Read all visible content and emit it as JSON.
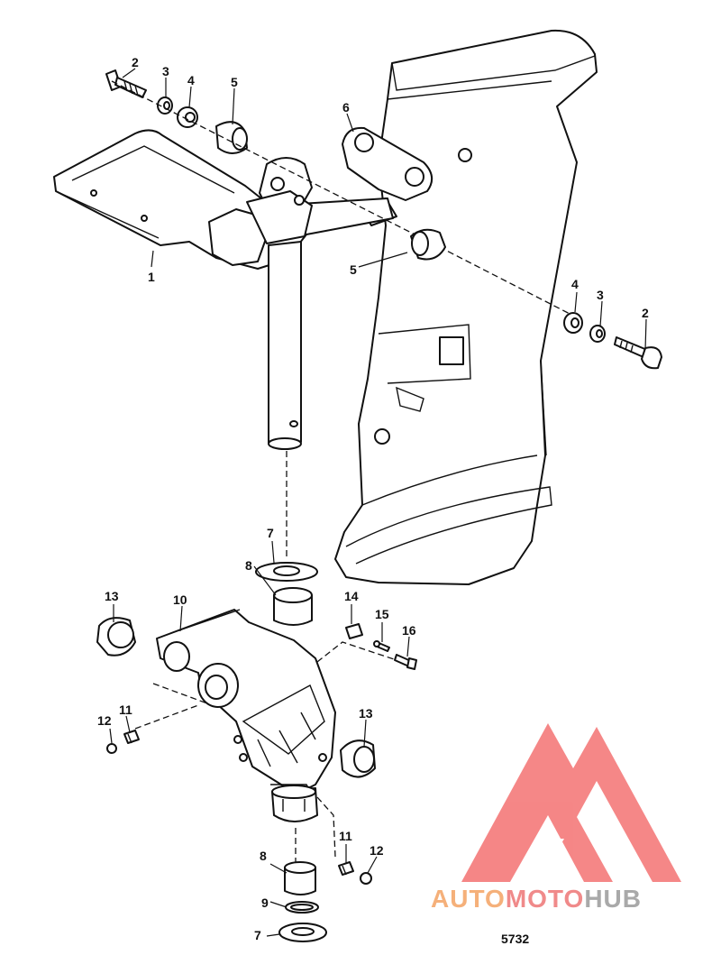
{
  "diagram": {
    "figure_number": "5732",
    "callouts": {
      "c1": "1",
      "c2a": "2",
      "c3a": "3",
      "c4a": "4",
      "c5a": "5",
      "c6": "6",
      "c5b": "5",
      "c4b": "4",
      "c3b": "3",
      "c2b": "2",
      "c7a": "7",
      "c8a": "8",
      "c13a": "13",
      "c10": "10",
      "c14": "14",
      "c15": "15",
      "c16": "16",
      "c12a": "12",
      "c11a": "11",
      "c13b": "13",
      "c11b": "11",
      "c12b": "12",
      "c8b": "8",
      "c9": "9",
      "c7b": "7"
    }
  },
  "watermark": {
    "word_auto": "AUTO",
    "word_moto": "MOTO",
    "word_hub": "HUB",
    "colors": {
      "auto": "#f5b07a",
      "moto": "#f08a8a",
      "hub": "#a9a9a9",
      "logo": "#f47a7a"
    }
  }
}
